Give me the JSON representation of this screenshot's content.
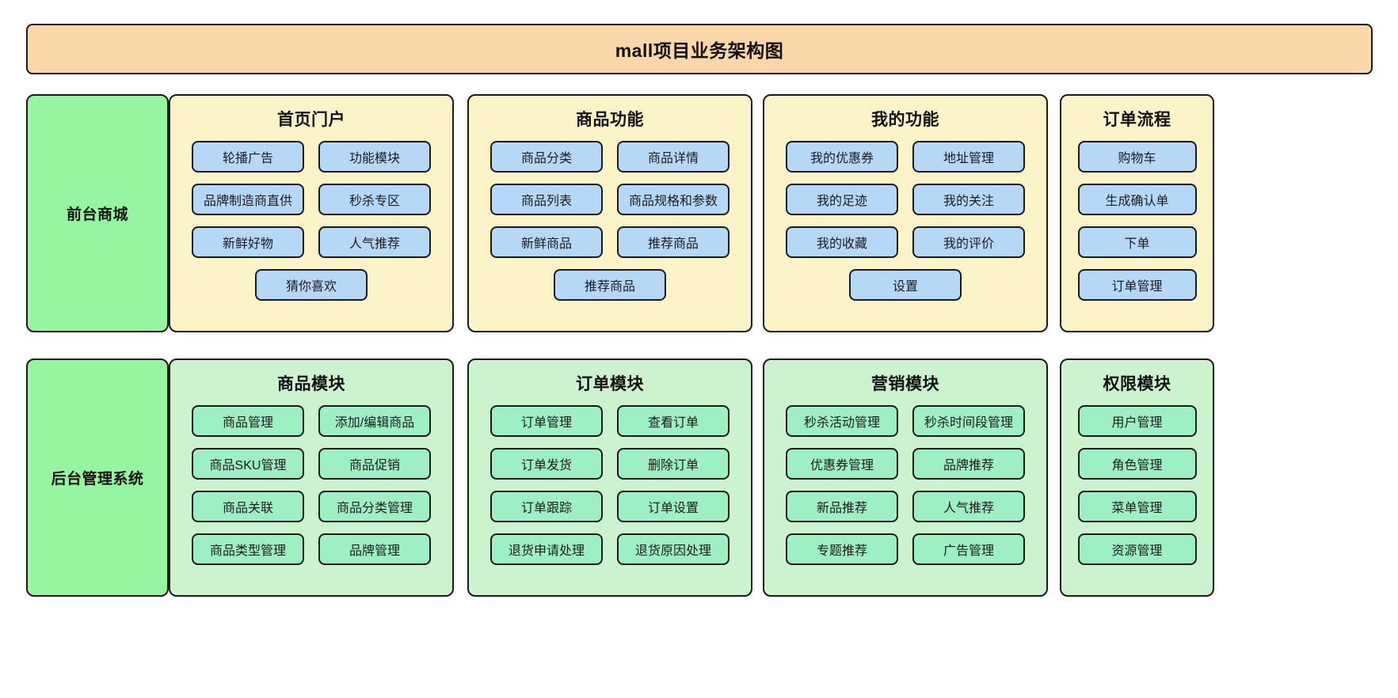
{
  "title": "mall项目业务架构图",
  "colors": {
    "title_bg": "#fad7a8",
    "layer_bg": "#95f5a0",
    "frontend_panel_bg": "#fdf3c8",
    "frontend_chip_bg": "#b5d8f7",
    "backend_panel_bg": "#cdf3ce",
    "backend_chip_bg": "#9defc4",
    "border": "#1a1a1a"
  },
  "layers": [
    {
      "id": "frontend",
      "label": "前台商城"
    },
    {
      "id": "backend",
      "label": "后台管理系统"
    }
  ],
  "groups": {
    "home": {
      "title": "首页门户",
      "items": [
        "轮播广告",
        "功能模块",
        "品牌制造商直供",
        "秒杀专区",
        "新鲜好物",
        "人气推荐",
        "猜你喜欢"
      ]
    },
    "product": {
      "title": "商品功能",
      "items": [
        "商品分类",
        "商品详情",
        "商品列表",
        "商品规格和参数",
        "新鲜商品",
        "推荐商品",
        "推荐商品"
      ]
    },
    "mine": {
      "title": "我的功能",
      "items": [
        "我的优惠券",
        "地址管理",
        "我的足迹",
        "我的关注",
        "我的收藏",
        "我的评价",
        "设置"
      ]
    },
    "order_flow": {
      "title": "订单流程",
      "items": [
        "购物车",
        "生成确认单",
        "下单",
        "订单管理"
      ]
    },
    "goods_module": {
      "title": "商品模块",
      "items": [
        "商品管理",
        "添加/编辑商品",
        "商品SKU管理",
        "商品促销",
        "商品关联",
        "商品分类管理",
        "商品类型管理",
        "品牌管理"
      ]
    },
    "order_module": {
      "title": "订单模块",
      "items": [
        "订单管理",
        "查看订单",
        "订单发货",
        "删除订单",
        "订单跟踪",
        "订单设置",
        "退货申请处理",
        "退货原因处理"
      ]
    },
    "marketing_module": {
      "title": "营销模块",
      "items": [
        "秒杀活动管理",
        "秒杀时间段管理",
        "优惠券管理",
        "品牌推荐",
        "新品推荐",
        "人气推荐",
        "专题推荐",
        "广告管理"
      ]
    },
    "auth_module": {
      "title": "权限模块",
      "items": [
        "用户管理",
        "角色管理",
        "菜单管理",
        "资源管理"
      ]
    }
  }
}
